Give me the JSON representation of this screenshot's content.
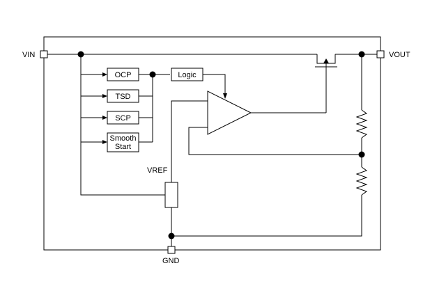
{
  "pins": {
    "vin": "VIN",
    "vout": "VOUT",
    "gnd": "GND"
  },
  "blocks": {
    "ocp": "OCP",
    "tsd": "TSD",
    "scp": "SCP",
    "smooth_start_line1": "Smooth",
    "smooth_start_line2": "Start",
    "logic": "Logic"
  },
  "labels": {
    "vref": "VREF"
  }
}
